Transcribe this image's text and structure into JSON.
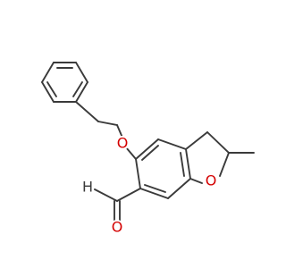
{
  "molecule": {
    "atoms": {
      "ether_oxygen": "O",
      "ring_oxygen": "O",
      "carbonyl_oxygen": "O",
      "aldehyde_hydrogen": "H"
    },
    "colors": {
      "bond": "#3a3a3a",
      "oxygen": "#d40000",
      "hydrogen": "#3a3a3a",
      "background": "#ffffff"
    }
  }
}
